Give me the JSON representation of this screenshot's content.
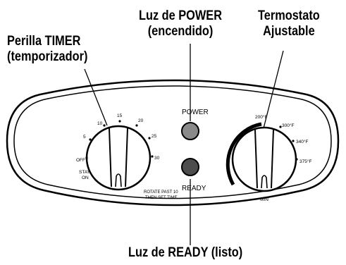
{
  "callouts": {
    "timer": {
      "line1": "Perilla TIMER",
      "line2": "(temporizador)"
    },
    "power": {
      "line1": "Luz de POWER",
      "line2": "(encendido)"
    },
    "thermostat": {
      "line1": "Termostato",
      "line2": "Ajustable"
    },
    "ready": {
      "line1": "Luz de READY (listo)"
    }
  },
  "panel": {
    "power_label": "POWER",
    "ready_label": "READY",
    "rotate_note_1": "ROTATE PAST 10",
    "rotate_note_2": "THEN SET TIME"
  },
  "timer_dial": {
    "marks": [
      "OFF",
      "5",
      "10",
      "15",
      "20",
      "25",
      "30"
    ],
    "stay_on_1": "STAY",
    "stay_on_2": "ON"
  },
  "thermostat_dial": {
    "marks": [
      "200°F",
      "300°F",
      "340°F",
      "375°F"
    ],
    "min_label": "MIN"
  },
  "colors": {
    "panel_fill": "#ffffff",
    "outline": "#000000",
    "light": "#8a8a8a"
  }
}
